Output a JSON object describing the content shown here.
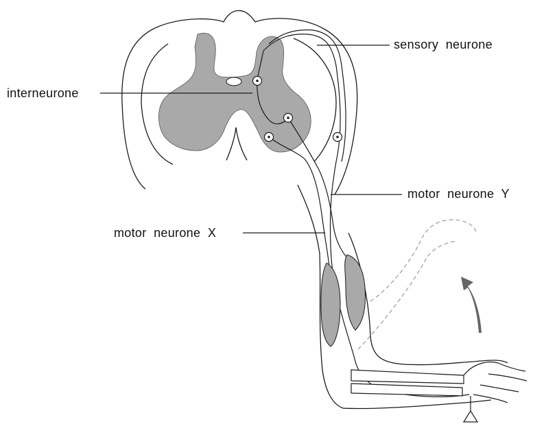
{
  "labels": {
    "sensory": "sensory  neurone",
    "interneurone": "interneurone",
    "motor_y": "motor  neurone  Y",
    "motor_x": "motor  neurone  X"
  },
  "colors": {
    "grey_matter": "#a9a9a9",
    "muscle": "#a9a9a9",
    "outline": "#1a1a1a",
    "dashed_arm": "#9a9a9a",
    "arrow": "#555555"
  },
  "icons": {
    "cell_body": "circled-dot-icon",
    "movement_arrow": "curved-arrow-icon",
    "stimulus": "pin-icon"
  }
}
